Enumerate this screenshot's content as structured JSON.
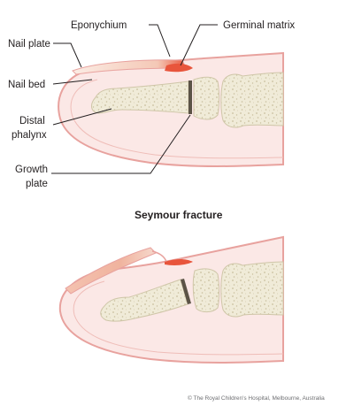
{
  "labels": {
    "eponychium": "Eponychium",
    "germinal_matrix": "Germinal matrix",
    "nail_plate": "Nail plate",
    "nail_bed": "Nail bed",
    "distal_phalynx_line1": "Distal",
    "distal_phalynx_line2": "phalynx",
    "growth_plate_line1": "Growth",
    "growth_plate_line2": "plate"
  },
  "lower_title": "Seymour fracture",
  "credit": "© The Royal Children's Hospital, Melbourne, Australia",
  "colors": {
    "skin_outline": "#e8a29e",
    "skin_fill": "#fbe8e6",
    "bone_fill": "#f0ebd8",
    "bone_outline": "#cfc6a8",
    "nail_fill": "#f6dcd0",
    "matrix_red": "#e8553c",
    "growth_plate": "#5b5346"
  }
}
